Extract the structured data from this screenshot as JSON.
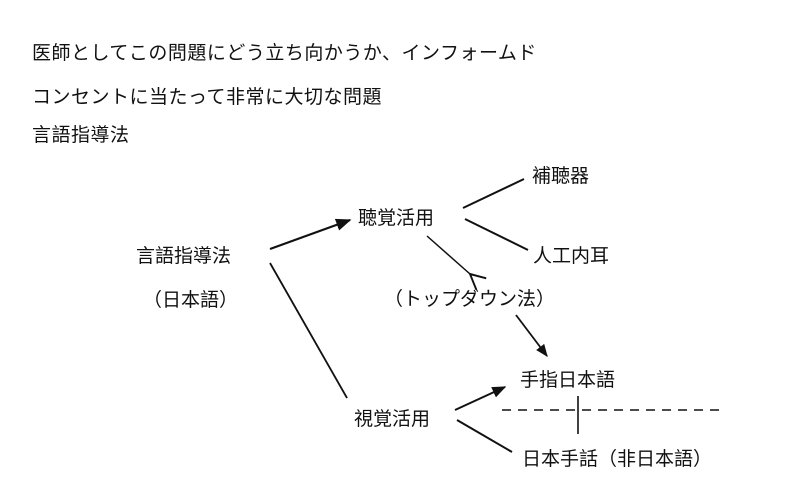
{
  "intro": {
    "line1": "医師としてこの問題にどう立ち向かうか、インフォームド",
    "line2": "コンセントに当たって非常に大切な問題",
    "heading": "言語指導法"
  },
  "diagram": {
    "root": "言語指導法",
    "root_sub": "（日本語）",
    "auditory": "聴覚活用",
    "hearing_aid": "補聴器",
    "cochlear_implant": "人工内耳",
    "top_down": "（トップダウン法）",
    "visual": "視覚活用",
    "signed_japanese": "手指日本語",
    "jsl": "日本手話（非日本語）"
  }
}
